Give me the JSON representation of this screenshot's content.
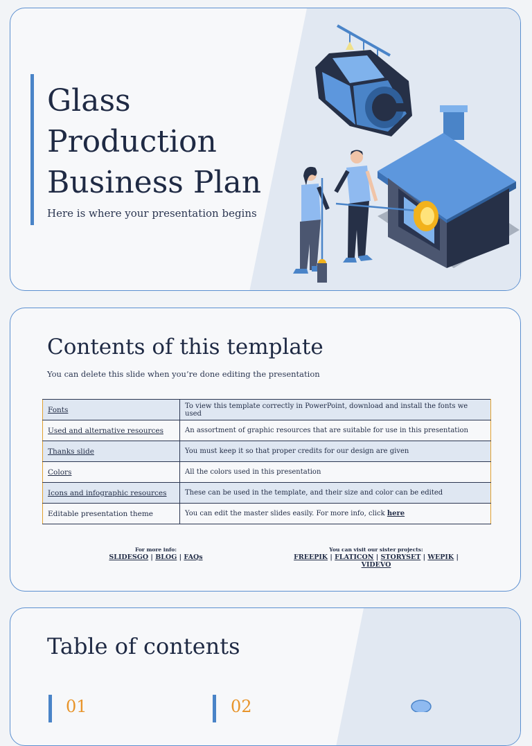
{
  "slide1": {
    "title": "Glass Production Business Plan",
    "subtitle": "Here is where your presentation begins"
  },
  "slide2": {
    "title": "Contents of this template",
    "subtitle": "You can delete this slide when you’re done editing the presentation",
    "rows": [
      {
        "name": "Fonts",
        "desc": "To view this template correctly in PowerPoint, download and install the fonts we used"
      },
      {
        "name": "Used and alternative resources",
        "desc": "An assortment of graphic resources that are suitable for use in this presentation"
      },
      {
        "name": "Thanks slide",
        "desc": "You must keep it so that proper credits for our design are given"
      },
      {
        "name": "Colors",
        "desc": "All the colors used in this presentation"
      },
      {
        "name": "Icons and infographic resources",
        "desc": "These can be used in the template, and their size and color can be edited"
      },
      {
        "name": "Editable presentation theme",
        "desc": "You can edit the master slides easily. For more info, click",
        "link": "here"
      }
    ],
    "more_info": {
      "label": "For more info:",
      "links": [
        "SLIDESGO",
        "BLOG",
        "FAQs"
      ]
    },
    "sister": {
      "label": "You can visit our sister projects:",
      "links": [
        "FREEPIK",
        "FLATICON",
        "STORYSET",
        "WEPIK",
        "VIDEVO"
      ]
    }
  },
  "slide3": {
    "title": "Table of contents",
    "numbers": [
      "01",
      "02"
    ]
  },
  "colors": {
    "accent_blue": "#4a84c8",
    "border_blue": "#5b8fd0",
    "orange": "#e8942a",
    "navy": "#1f2a44",
    "panel": "#e1e8f2"
  }
}
